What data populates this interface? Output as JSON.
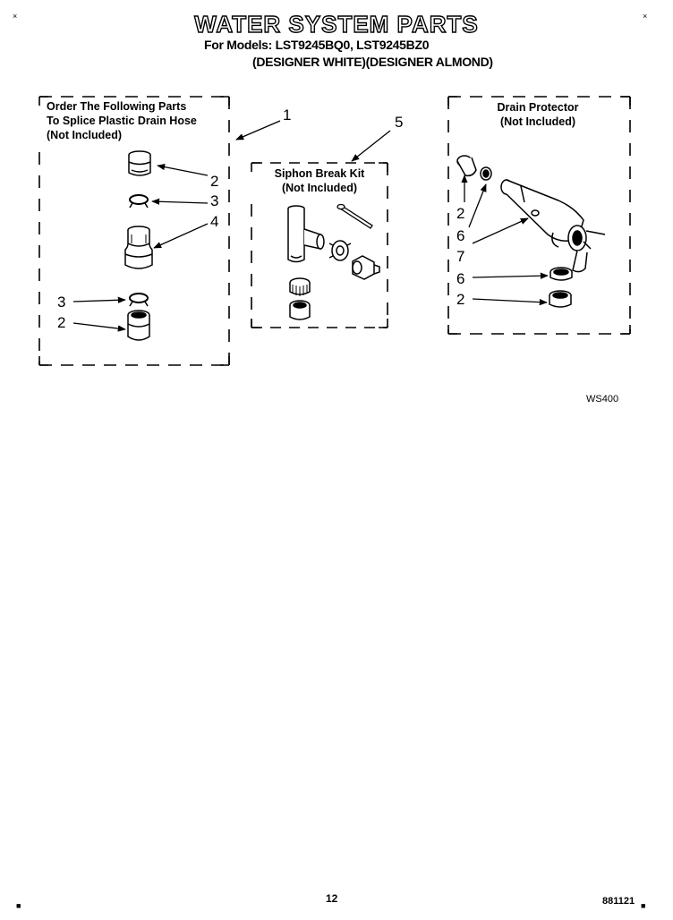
{
  "header": {
    "title": "WATER SYSTEM PARTS",
    "models": "For Models: LST9245BQ0, LST9245BZ0",
    "colors": "(DESIGNER WHITE)(DESIGNER ALMOND)"
  },
  "boxes": {
    "splice": {
      "line1": "Order The Following Parts",
      "line2": "To Splice Plastic Drain Hose",
      "line3": "(Not Included)"
    },
    "siphon": {
      "line1": "Siphon Break Kit",
      "line2": "(Not Included)"
    },
    "drain": {
      "line1": "Drain Protector",
      "line2": "(Not Included)"
    }
  },
  "callouts": {
    "c1": "1",
    "c2a": "2",
    "c3a": "3",
    "c4": "4",
    "c3b": "3",
    "c2b": "2",
    "c5": "5",
    "c2c": "2",
    "c6a": "6",
    "c7": "7",
    "c6b": "6",
    "c2d": "2"
  },
  "diagram_code": "WS400",
  "footer": {
    "page_number": "12",
    "doc_number": "881121"
  }
}
